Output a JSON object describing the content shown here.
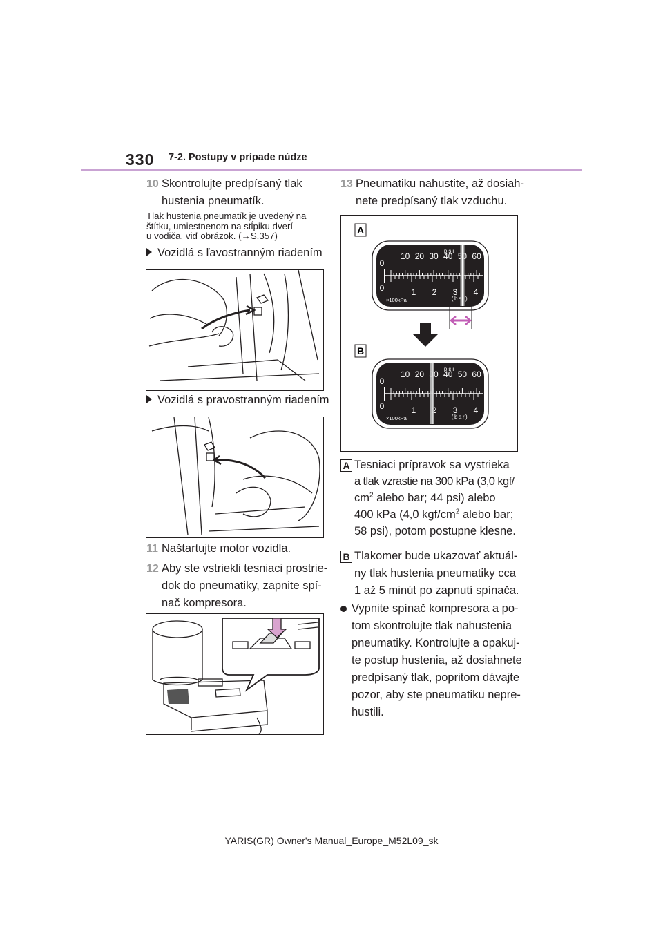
{
  "header": {
    "page_number": "330",
    "section_title": "7-2. Postupy v prípade núdze"
  },
  "left": {
    "step10": {
      "num": "10",
      "line1": "Skontrolujte predpísaný tlak",
      "line2": "hustenia pneumatík."
    },
    "note": {
      "line1": "Tlak hustenia pneumatík je uvedený na",
      "line2": "štítku, umiestnenom na stĺpiku dverí",
      "line3": "u vodiča, viď obrázok. (",
      "arrow": "→",
      "ref": "S.357)"
    },
    "lhd_label": "Vozidlá s ľavostranným riadením",
    "rhd_label": "Vozidlá s pravostranným riadením",
    "step11": {
      "num": "11",
      "line1": "Naštartujte motor vozidla."
    },
    "step12": {
      "num": "12",
      "line1": "Aby ste vstriekli tesniaci prostrie-",
      "line2": "dok do pneumatiky, zapnite spí-",
      "line3": "nač kompresora."
    }
  },
  "right": {
    "step13": {
      "num": "13",
      "line1": "Pneumatiku nahustite, až dosiah-",
      "line2": "nete predpísaný tlak vzduchu."
    },
    "gauge": {
      "label_a": "A",
      "label_b": "B",
      "psi_unit": "psi",
      "bar_unit": "(bar)",
      "kpa_unit": "×100kPa",
      "psi_ticks": [
        "0",
        "10",
        "20",
        "30",
        "40",
        "50",
        "60"
      ],
      "bar_ticks": [
        "0",
        "1",
        "2",
        "3",
        "4"
      ],
      "needle_a_bar": 3.45,
      "needle_b_bar": 2.0
    },
    "desc_a": {
      "label": "A",
      "line1": "Tesniaci prípravok sa vystrieka",
      "line2": "a tlak vzrastie na 300 kPa (3,0 kgf/",
      "line3a": "cm",
      "sup": "2",
      "line3b": " alebo bar; 44 psi) alebo",
      "line4a": "400 kPa (4,0 kgf/cm",
      "line4b": " alebo bar;",
      "line5": "58 psi), potom postupne klesne."
    },
    "desc_b": {
      "label": "B",
      "line1": "Tlakomer bude ukazovať aktuál-",
      "line2": "ny tlak hustenia pneumatiky cca",
      "line3": "1 až 5 minút po zapnutí spínača."
    },
    "bullet": {
      "line1": "Vypnite spínač kompresora a po-",
      "line2": "tom skontrolujte tlak nahustenia",
      "line3": "pneumatiky. Kontrolujte a opakuj-",
      "line4": "te postup hustenia, až dosiahnete",
      "line5": "predpísaný tlak, popritom dávajte",
      "line6": "pozor, aby ste pneumatiku nepre-",
      "line7": "hustili."
    }
  },
  "footer": {
    "text": "YARIS(GR) Owner's Manual_Europe_M52L09_sk"
  }
}
